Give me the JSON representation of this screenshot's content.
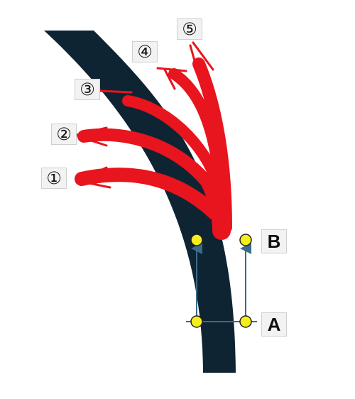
{
  "labels": {
    "n1": "①",
    "n2": "②",
    "n3": "③",
    "n4": "④",
    "n5": "⑤",
    "pointA": "A",
    "pointB": "B"
  },
  "colors": {
    "road": "#0f2432",
    "stroke": "#e8141e",
    "point": "#f5ee1a",
    "arrow": "#3b6a8c",
    "label_bg": "#f2f2f2"
  }
}
